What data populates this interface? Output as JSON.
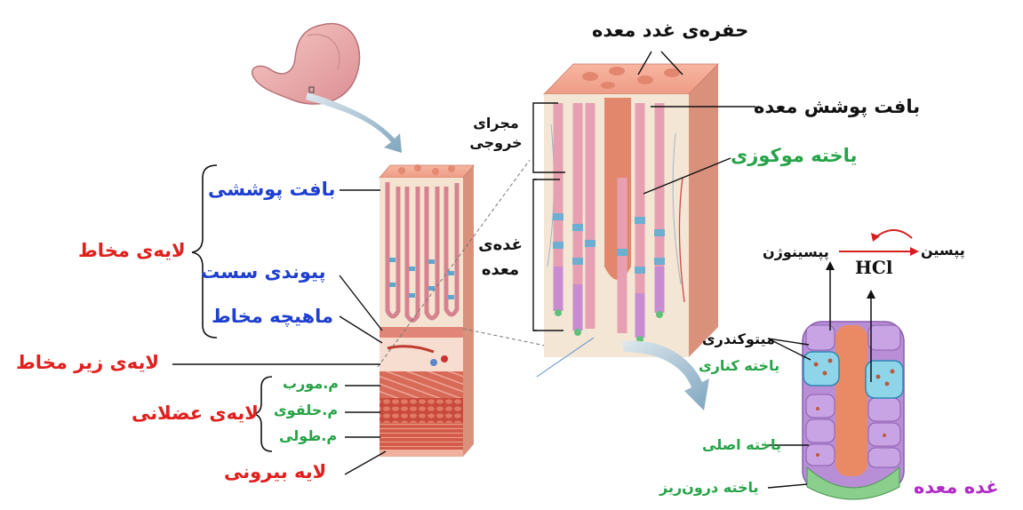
{
  "labels": {
    "gastric_pits": "حفره‌ی غدد معده",
    "gastric_epithelium": "بافت پوشش معده",
    "exit_duct": "مجرای\nخروجی",
    "gastric_gland_col": "غده‌ی\nمعده",
    "mucous_cell": "یاخته موکوزی",
    "pepsin": "پپسین",
    "pepsinogen": "پپسینوژن",
    "hcl": "HCl",
    "mitochondria": "میتوکندری",
    "parietal_cell": "یاخته کناری",
    "chief_cell": "یاخته اصلی",
    "endocrine_cell": "یاخته درون‌ریز",
    "gastric_gland": "غده معده",
    "epithelial_tissue": "بافت پوششی",
    "loose_connective": "پیوندی سست",
    "muscularis_mucosa": "ماهیچه مخاط",
    "mucosa_layer": "لایه‌ی مخاط",
    "submucosa_layer": "لایه‌ی زیر مخاط",
    "muscular_layer": "لایه‌ی عضلانی",
    "oblique": "م.مورب",
    "circular": "م.حلقوی",
    "longitudinal": "م.طولی",
    "outer_layer": "لایه بیرونی"
  },
  "colors": {
    "red": "#e0201e",
    "blue": "#1f3fd0",
    "green": "#27a347",
    "purple": "#b02cc4",
    "tissue_pink": "#f2b5a4",
    "muscle_red": "#c9453a",
    "gland_pink": "#f4a6b7",
    "gland_purple": "#b58ad3",
    "parietal_blue": "#79c6e0"
  }
}
